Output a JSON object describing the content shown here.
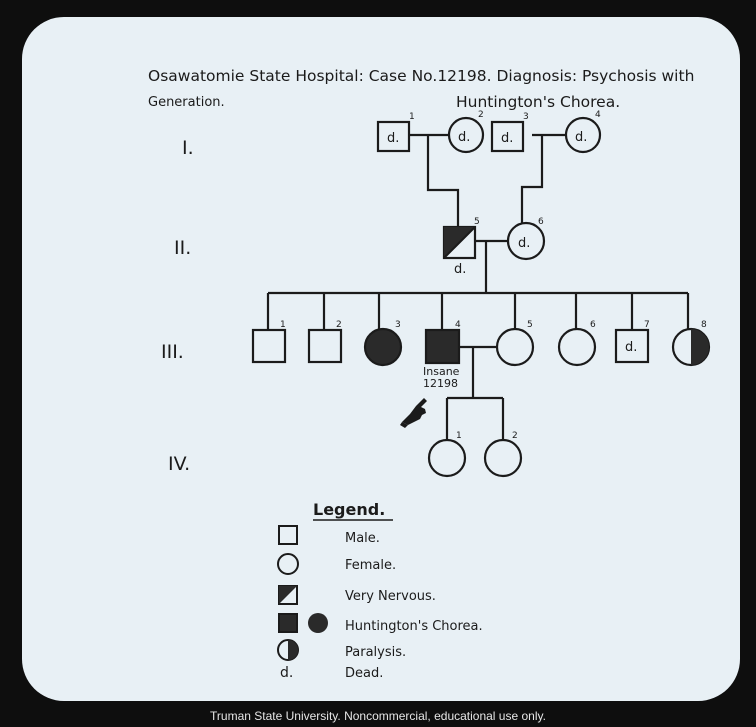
{
  "title": {
    "line1": "Osawatomie State Hospital: Case No.12198. Diagnosis: Psychosis with",
    "line2": "Huntington's Chorea."
  },
  "generation_label": "Generation.",
  "generations": [
    "I.",
    "II.",
    "III.",
    "IV."
  ],
  "individuals": {
    "gen1": [
      {
        "num": "1",
        "sex": "male",
        "mark": "d."
      },
      {
        "num": "2",
        "sex": "female",
        "mark": "d."
      },
      {
        "num": "3",
        "sex": "male",
        "mark": "d."
      },
      {
        "num": "4",
        "sex": "female",
        "mark": "d."
      }
    ],
    "gen2": [
      {
        "num": "5",
        "sex": "male",
        "status": "very nervous",
        "mark": "d."
      },
      {
        "num": "6",
        "sex": "female",
        "mark": "d."
      }
    ],
    "gen3": [
      {
        "num": "1",
        "sex": "male",
        "status": "normal",
        "mark": ""
      },
      {
        "num": "2",
        "sex": "male",
        "status": "normal",
        "mark": ""
      },
      {
        "num": "3",
        "sex": "female",
        "status": "huntington",
        "mark": ""
      },
      {
        "num": "4",
        "sex": "male",
        "status": "huntington",
        "mark": "",
        "note": [
          "Insane",
          "12198"
        ]
      },
      {
        "num": "5",
        "sex": "female",
        "status": "normal",
        "mark": ""
      },
      {
        "num": "6",
        "sex": "female",
        "status": "normal",
        "mark": ""
      },
      {
        "num": "7",
        "sex": "male",
        "status": "normal",
        "mark": "d."
      },
      {
        "num": "8",
        "sex": "female",
        "status": "paralysis",
        "mark": ""
      }
    ],
    "gen4": [
      {
        "num": "1",
        "sex": "female",
        "status": "normal",
        "mark": ""
      },
      {
        "num": "2",
        "sex": "female",
        "status": "normal",
        "mark": ""
      }
    ]
  },
  "legend": {
    "title": "Legend.",
    "items": [
      {
        "symbol": "male",
        "label": "Male."
      },
      {
        "symbol": "female",
        "label": "Female."
      },
      {
        "symbol": "very-nervous",
        "label": "Very Nervous."
      },
      {
        "symbol": "huntington",
        "label": "Huntington's Chorea."
      },
      {
        "symbol": "paralysis",
        "label": "Paralysis."
      },
      {
        "symbol": "dead",
        "symbol_text": "d.",
        "label": "Dead."
      }
    ]
  },
  "pointer_icon": "pointing-hand-icon",
  "credit": "Truman State University.  Noncommercial, educational use only.",
  "colors": {
    "ink": "#1b1b1b",
    "paper": "#e8f0f5",
    "frame": "#0e0e0e",
    "fill": "#2a2a2a"
  }
}
